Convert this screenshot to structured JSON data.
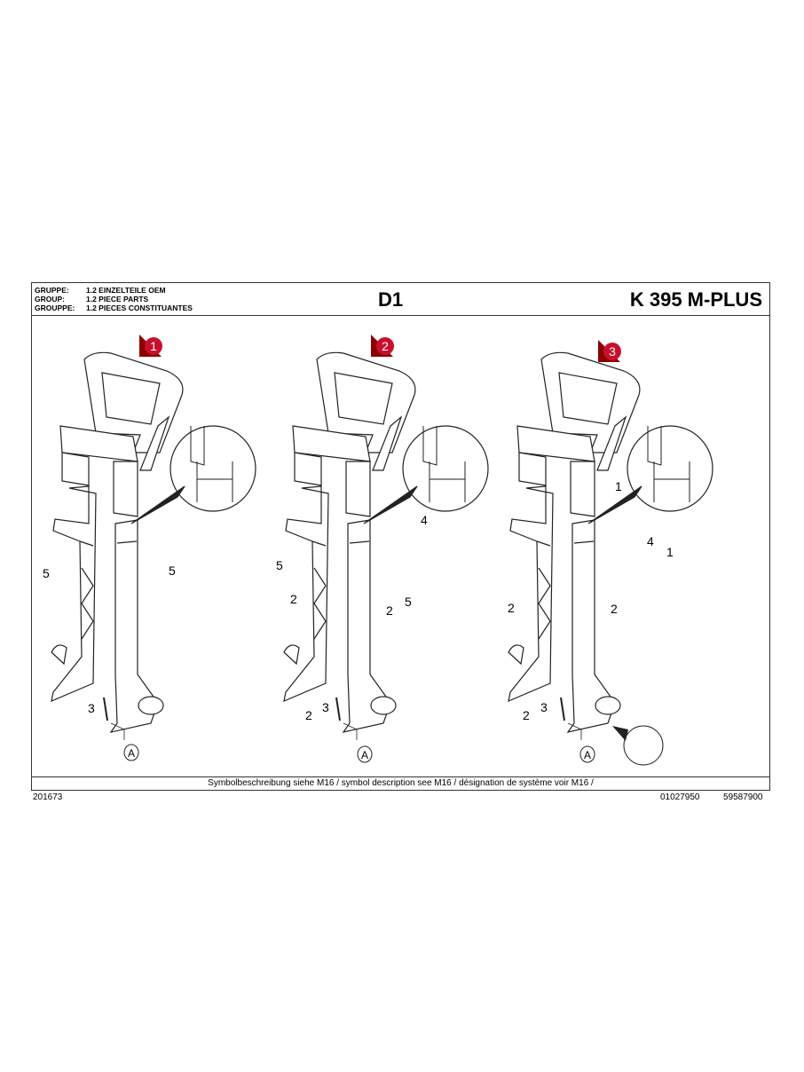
{
  "header": {
    "group_rows": [
      {
        "key": "GRUPPE:",
        "value": "1.2  EINZELTEILE  OEM"
      },
      {
        "key": "GROUP:",
        "value": "1.2  PIECE PARTS"
      },
      {
        "key": "GROUPPE:",
        "value": "1.2  PIECES CONSTITUANTES"
      }
    ],
    "sheet": "D1",
    "model": "K 395 M-PLUS"
  },
  "footer": {
    "symbol_note": "Symbolbeschreibung siehe M16 / symbol description see M16 / désignation de système voir M16 /",
    "left_code": "201673",
    "code_1": "01027950",
    "code_2": "59587900"
  },
  "diagram": {
    "badge_color": "#c8102e",
    "steps": [
      {
        "badge": "1",
        "callouts": [
          "5",
          "5",
          "3"
        ],
        "marker": "A"
      },
      {
        "badge": "2",
        "callouts": [
          "5",
          "4",
          "2",
          "2",
          "5",
          "2",
          "3"
        ],
        "marker": "A"
      },
      {
        "badge": "3",
        "callouts": [
          "1",
          "4",
          "1",
          "2",
          "2",
          "2",
          "3"
        ],
        "marker": "A"
      }
    ]
  }
}
